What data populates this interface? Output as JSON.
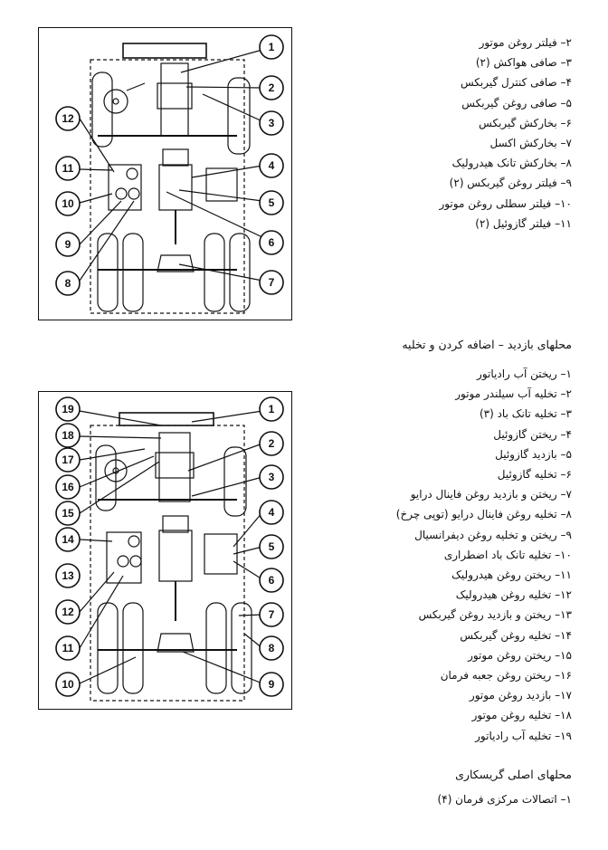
{
  "diagram1": {
    "callouts": [
      "1",
      "2",
      "3",
      "4",
      "5",
      "6",
      "7",
      "8",
      "9",
      "10",
      "11",
      "12"
    ]
  },
  "legend1": [
    "۲– فیلتر روغن موتور",
    "۳– صافی هواکش (۲)",
    "۴– صافی کنترل گیربکس",
    "۵– صافی روغن گیربکس",
    "۶– بخارکش گیربکس",
    "۷– بخارکش اکسل",
    "۸– بخارکش تانک هیدرولیک",
    "۹– فیلتر روغن گیربکس (۲)",
    "۱۰– فیلتر سطلی روغن موتور",
    "۱۱– فیلتر گازوئیل (۲)"
  ],
  "heading2": "محلهای بازدید – اضافه کردن و تخلیه",
  "diagram2": {
    "callouts": [
      "1",
      "2",
      "3",
      "4",
      "5",
      "6",
      "7",
      "8",
      "9",
      "10",
      "11",
      "12",
      "13",
      "14",
      "15",
      "16",
      "17",
      "18",
      "19"
    ]
  },
  "legend2": [
    "۱– ریختن آب رادیاتور",
    "۲– تخلیه آب سیلندر موتور",
    "۳– تخلیه تانک باد (۳)",
    "۴– ریختن گازوئیل",
    "۵– بازدید گازوئیل",
    "۶– تخلیه گازوئیل",
    "۷– ریختن و بازدید روغن فاینال درایو",
    "۸– تخلیه روغن فاینال درایو (توپی چرخ)",
    "۹– ریختن و تخلیه روغن دیفرانسیال",
    "۱۰– تخلیه تانک باد اضطراری",
    "۱۱– ریختن روغن هیدرولیک",
    "۱۲– تخلیه روغن هیدرولیک",
    "۱۳– ریختن و بازدید روغن گیربکس",
    "۱۴– تخلیه روغن گیربکس",
    "۱۵– ریختن روغن موتور",
    "۱۶– ریختن روغن جعبه فرمان",
    "۱۷– بازدید روغن موتور",
    "۱۸– تخلیه روغن موتور",
    "۱۹– تخلیه آب رادیاتور"
  ],
  "heading3": "محلهای اصلی گریسکاری",
  "legend3": [
    "۱– اتصالات مرکزی فرمان (۴)"
  ]
}
